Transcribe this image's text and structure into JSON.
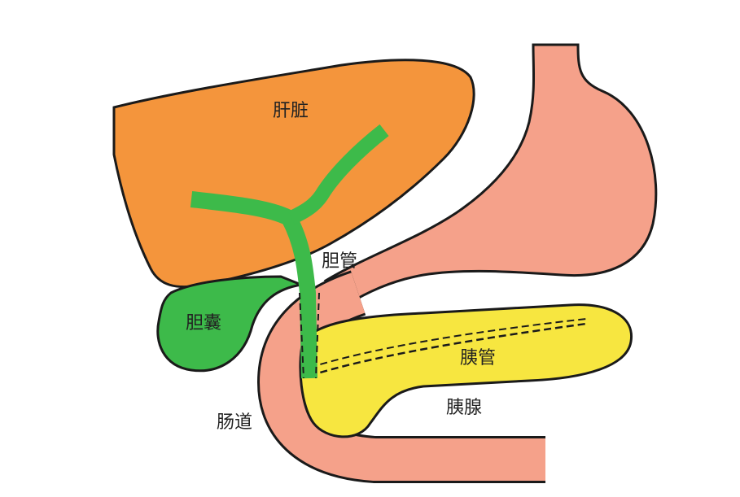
{
  "labels": {
    "liver": "肝脏",
    "bile_duct": "胆管",
    "gallbladder": "胆囊",
    "pancreatic_duct": "胰管",
    "intestine": "肠道",
    "pancreas": "胰腺"
  },
  "colors": {
    "liver": "#f4953c",
    "stomach": "#f5a18a",
    "pancreas": "#f7e640",
    "bile": "#3dba4a",
    "outline": "#1a1a1a"
  }
}
